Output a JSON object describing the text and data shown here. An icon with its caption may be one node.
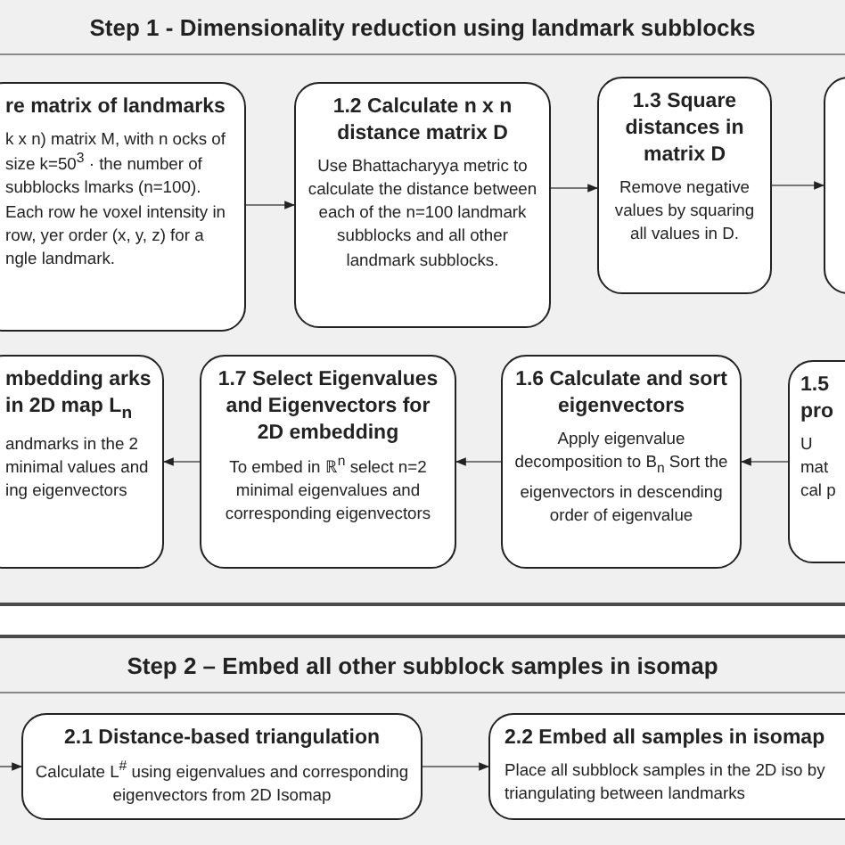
{
  "diagram": {
    "nodes": [
      {
        "text": [
          "Step 1 - Dimensionality reduction using landmark subblocks"
        ]
      },
      {
        "text": [
          "re matrix of landmarks",
          "k x n) matrix M, with n ocks of size k=50$^{3}$ · the number of subblocks lmarks (n=100). Each row he voxel intensity in row, yer order (x, y, z) for a ngle landmark."
        ],
        "in": 0
      },
      {
        "text": [
          "1.2 Calculate n x n distance matrix D",
          "Use Bhattacharyya metric to calculate the distance between each of the n=100 landmark subblocks and all other landmark subblocks."
        ],
        "in": 0
      },
      {
        "text": [
          "1.3 Square distances in matrix D",
          "Remove negative values by squaring all values in D."
        ],
        "in": 0
      },
      {
        "text": [],
        "shape": "box",
        "in": 0
      },
      {
        "text": [
          "mbedding arks in 2D map L$_{n}$",
          "andmarks in the 2 minimal values and ing eigenvectors"
        ],
        "in": 0
      },
      {
        "text": [
          "1.7 Select Eigenvalues and Eigenvectors for 2D embedding",
          "To embed in ℝ$^{n}$ select n=2 minimal eigenvalues and corresponding eigenvectors"
        ],
        "in": 0
      },
      {
        "text": [
          "1.6 Calculate and sort eigenvectors",
          "Apply eigenvalue decomposition to B$_{n}$ Sort the eigenvectors in descending order of eigenvalue"
        ],
        "in": 0
      },
      {
        "text": [
          "1.5 pro",
          "U mat cal p"
        ],
        "in": 0
      },
      {
        "text": [
          "Step 2 – Embed all other subblock samples in isomap"
        ]
      },
      {
        "text": [
          "2.1 Distance-based triangulation",
          "Calculate L$^{#}$ using eigenvalues and corresponding eigenvectors from 2D Isomap"
        ],
        "in": 9
      },
      {
        "text": [
          "2.2 Embed all samples in isomap",
          "Place all subblock samples in the 2D iso by triangulating between landmarks"
        ],
        "in": 9
      }
    ],
    "edges": [
      {
        "from": 1,
        "to": 2,
        "arrow": "to"
      },
      {
        "from": 2,
        "to": 3,
        "arrow": "to"
      },
      {
        "from": 3,
        "to": 4,
        "arrow": "to"
      },
      {
        "from": 8,
        "to": 7,
        "arrow": "to"
      },
      {
        "from": 7,
        "to": 6,
        "arrow": "to"
      },
      {
        "from": 6,
        "to": 5,
        "arrow": "to"
      },
      {
        "from": null,
        "to": 10,
        "arrow": "to"
      },
      {
        "from": 10,
        "to": 11,
        "arrow": "to"
      }
    ]
  }
}
